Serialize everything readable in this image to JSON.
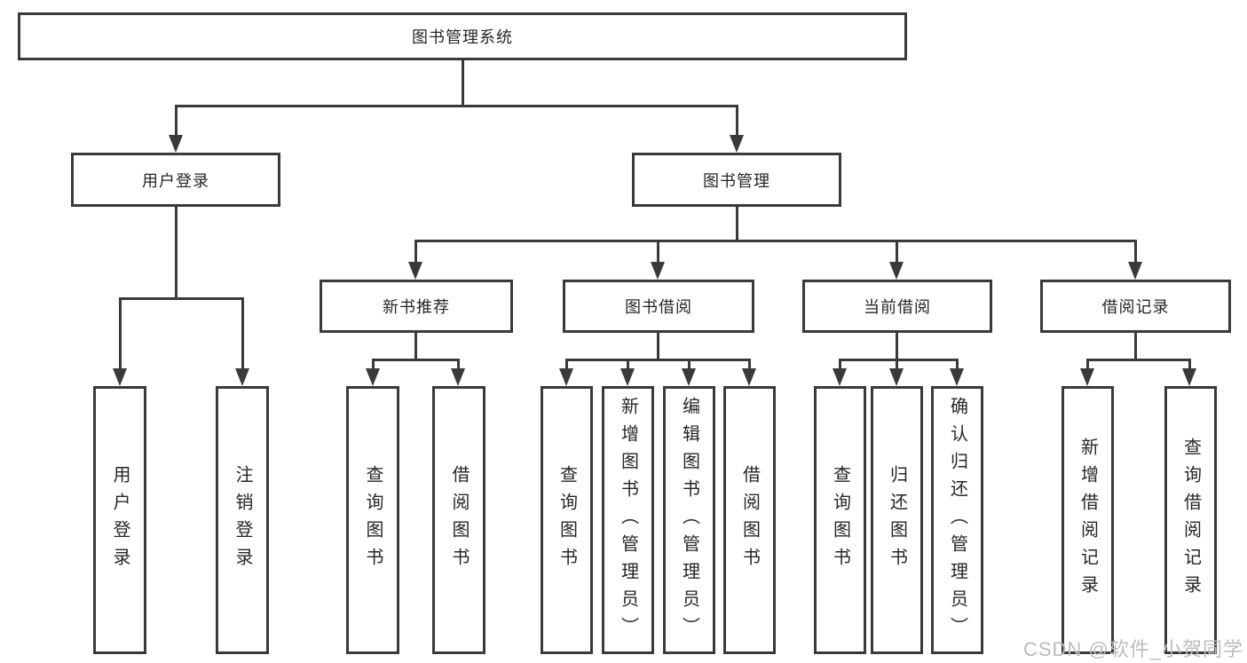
{
  "root": {
    "label": "图书管理系统"
  },
  "level2": [
    {
      "label": "用户登录"
    },
    {
      "label": "图书管理"
    }
  ],
  "level3": [
    {
      "label": "新书推荐"
    },
    {
      "label": "图书借阅"
    },
    {
      "label": "当前借阅"
    },
    {
      "label": "借阅记录"
    }
  ],
  "leaves": {
    "login": [
      "用户登录",
      "注销登录"
    ],
    "recommend": [
      "查询图书",
      "借阅图书"
    ],
    "borrow": [
      "查询图书",
      "新增图书（管理员）",
      "编辑图书（管理员）",
      "借阅图书"
    ],
    "current": [
      "查询图书",
      "归还图书",
      "确认归还（管理员）"
    ],
    "record": [
      "新增借阅记录",
      "查询借阅记录"
    ]
  },
  "watermark": "CSDN @软件_小贺同学",
  "colors": {
    "line": "#3a3a3a",
    "box_border": "#3a3a3a",
    "box_fill": "#ffffff",
    "text": "#262626",
    "watermark": "#bcbcbc",
    "background": "#ffffff"
  }
}
